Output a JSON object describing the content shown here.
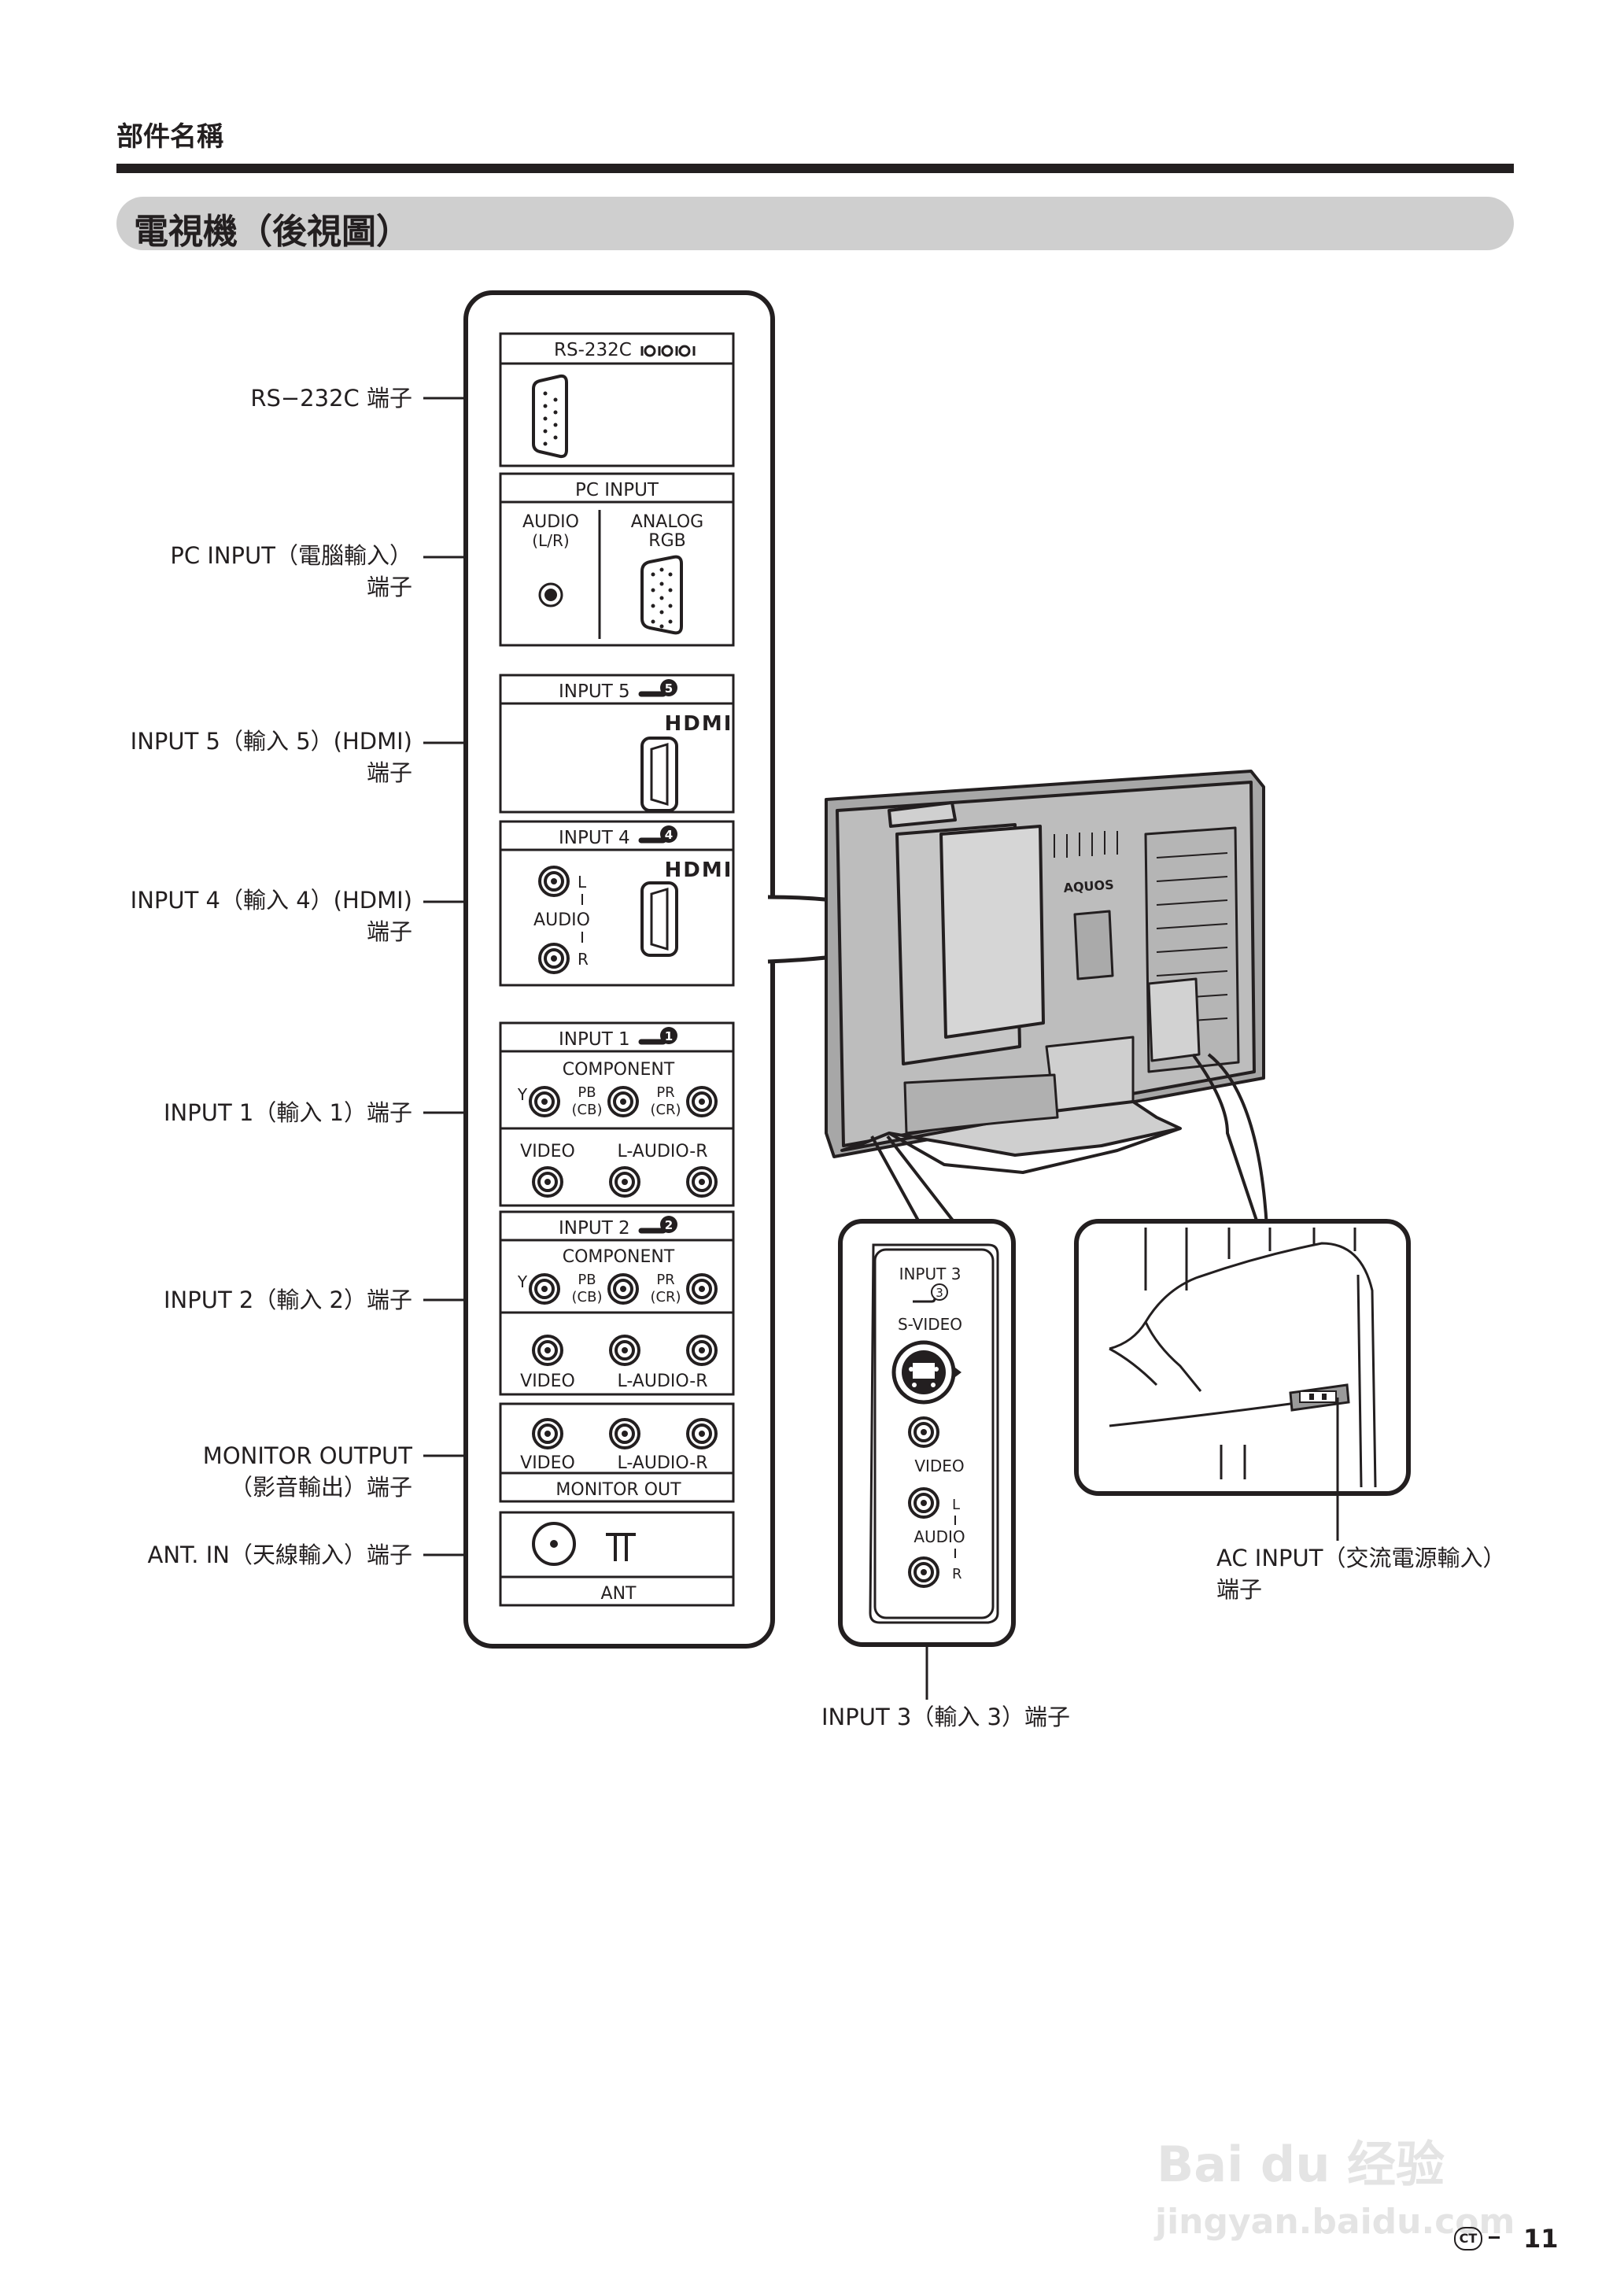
{
  "header": {
    "section": "部件名稱",
    "title": "電視機（後視圖）"
  },
  "callouts": {
    "rs232c": "RS−232C 端子",
    "pc_input_1": "PC INPUT（電腦輸入）",
    "pc_input_2": "端子",
    "input5_1": "INPUT 5（輸入 5）(HDMI)",
    "input5_2": "端子",
    "input4_1": "INPUT 4（輸入 4）(HDMI)",
    "input4_2": "端子",
    "input1": "INPUT 1（輸入 1）端子",
    "input2": "INPUT 2（輸入 2）端子",
    "monitor_output_1": "MONITOR OUTPUT",
    "monitor_output_2": "（影音輸出）端子",
    "ant_in": "ANT. IN（天線輸入）端子",
    "ac_input_1": "AC INPUT（交流電源輸入）",
    "ac_input_2": "端子",
    "input3": "INPUT 3（輸入 3）端子"
  },
  "panel": {
    "rs232c": "RS-232C",
    "pc_input": "PC INPUT",
    "audio": "AUDIO",
    "lr": "(L/R)",
    "analog": "ANALOG",
    "rgb": "RGB",
    "input5": "INPUT 5",
    "input4": "INPUT 4",
    "hdmi": "HDMI",
    "l": "L",
    "r": "R",
    "input1": "INPUT 1",
    "input2": "INPUT 2",
    "component": "COMPONENT",
    "y": "Y",
    "pb": "PB",
    "cb": "(CB)",
    "pr": "PR",
    "cr": "(CR)",
    "video": "VIDEO",
    "l_audio_r": "L-AUDIO-R",
    "monitor_out": "MONITOR OUT",
    "ant": "ANT",
    "num5": "5",
    "num4": "4",
    "num1": "1",
    "num2": "2"
  },
  "side_panel": {
    "input3": "INPUT 3",
    "num3": "3",
    "svideo": "S-VIDEO",
    "video": "VIDEO",
    "audio": "AUDIO",
    "l": "L",
    "r": "R"
  },
  "tv": {
    "brand": "AQUOS"
  },
  "footer": {
    "code": "CT",
    "page": "11"
  },
  "watermark": {
    "logo": "Bai du 经验",
    "url": "jingyan.baidu.com"
  },
  "colors": {
    "text": "#231f20",
    "banner": "#cfcfcf"
  }
}
